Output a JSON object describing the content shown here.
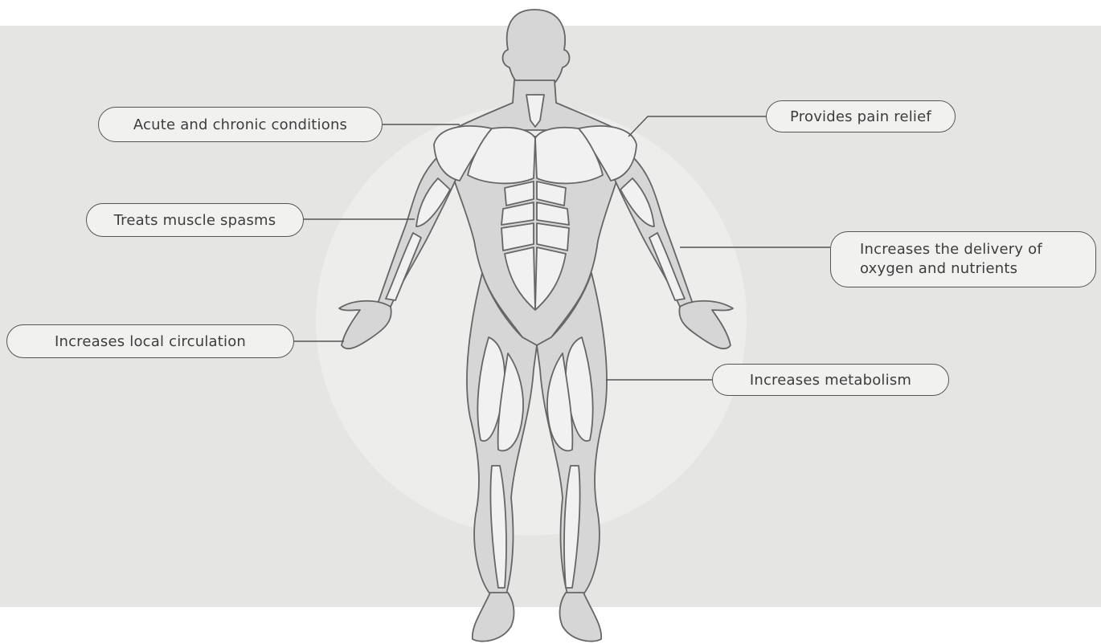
{
  "colors": {
    "band": "#e5e5e3",
    "halo": "#ededec",
    "body_fill": "#d6d6d6",
    "muscle_fill": "#f1f1f1",
    "outline": "#666666",
    "text": "#3d3d3d"
  },
  "callouts": {
    "acute_chronic": "Acute and chronic conditions",
    "pain_relief": "Provides pain relief",
    "muscle_spasms": "Treats muscle spasms",
    "oxygen_nutrients": "Increases the delivery of oxygen and nutrients",
    "local_circulation": "Increases local circulation",
    "metabolism": "Increases metabolism"
  }
}
